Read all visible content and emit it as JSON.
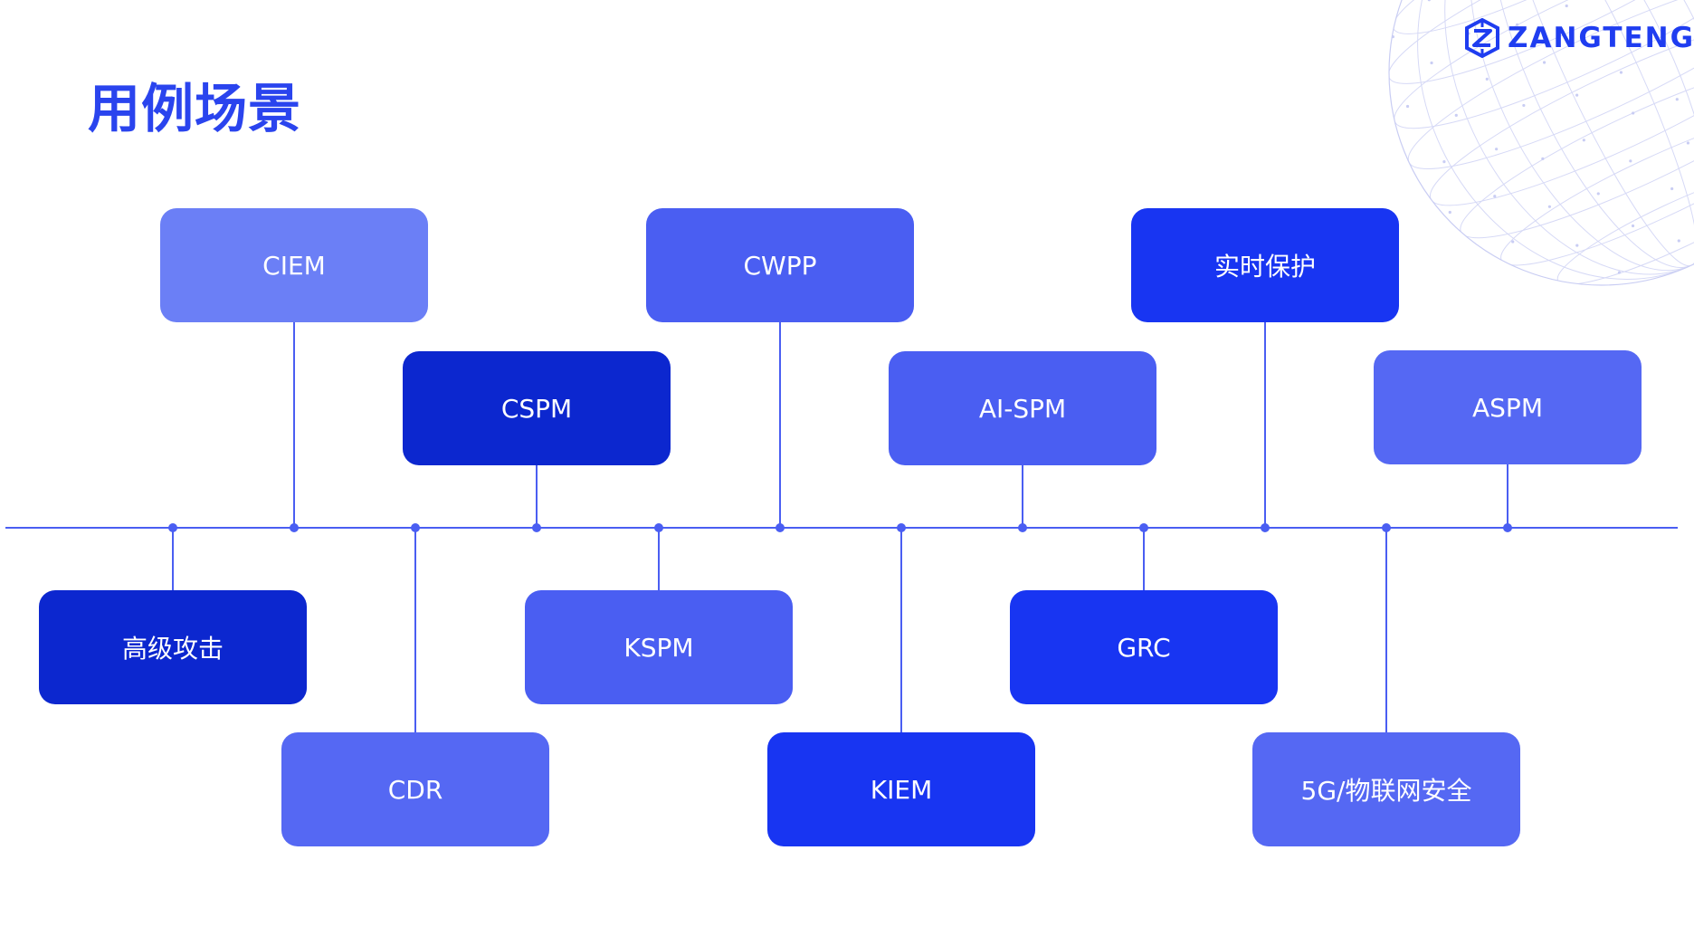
{
  "header": {
    "title": "用例场景",
    "logo_text": "ZANGTENG"
  },
  "colors": {
    "brand": "#1f3df0",
    "title": "#2a44ee",
    "timeline": "#4a5ef2",
    "light": "#6b7ff6",
    "medium": "#4a5ef2",
    "bright": "#1835f2",
    "dark": "#0c27cf",
    "soft": "#5568f3"
  },
  "icons": {
    "logo": "zangteng-logo-icon",
    "background": "globe-wireframe-decoration"
  },
  "diagram": {
    "nodes": [
      {
        "id": "ciem",
        "label": "CIEM",
        "position": "above",
        "tone": "light"
      },
      {
        "id": "cspm",
        "label": "CSPM",
        "position": "above",
        "tone": "dark"
      },
      {
        "id": "cwpp",
        "label": "CWPP",
        "position": "above",
        "tone": "medium"
      },
      {
        "id": "ai-spm",
        "label": "AI-SPM",
        "position": "above",
        "tone": "medium"
      },
      {
        "id": "realtime-protection",
        "label": "实时保护",
        "position": "above",
        "tone": "bright"
      },
      {
        "id": "aspm",
        "label": "ASPM",
        "position": "above",
        "tone": "soft"
      },
      {
        "id": "advanced-attack",
        "label": "高级攻击",
        "position": "below",
        "tone": "dark"
      },
      {
        "id": "cdr",
        "label": "CDR",
        "position": "below",
        "tone": "soft"
      },
      {
        "id": "kspm",
        "label": "KSPM",
        "position": "below",
        "tone": "medium"
      },
      {
        "id": "kiem",
        "label": "KIEM",
        "position": "below",
        "tone": "bright"
      },
      {
        "id": "grc",
        "label": "GRC",
        "position": "below",
        "tone": "bright"
      },
      {
        "id": "5g-iot-security",
        "label": "5G/物联网安全",
        "position": "below",
        "tone": "soft"
      }
    ]
  }
}
